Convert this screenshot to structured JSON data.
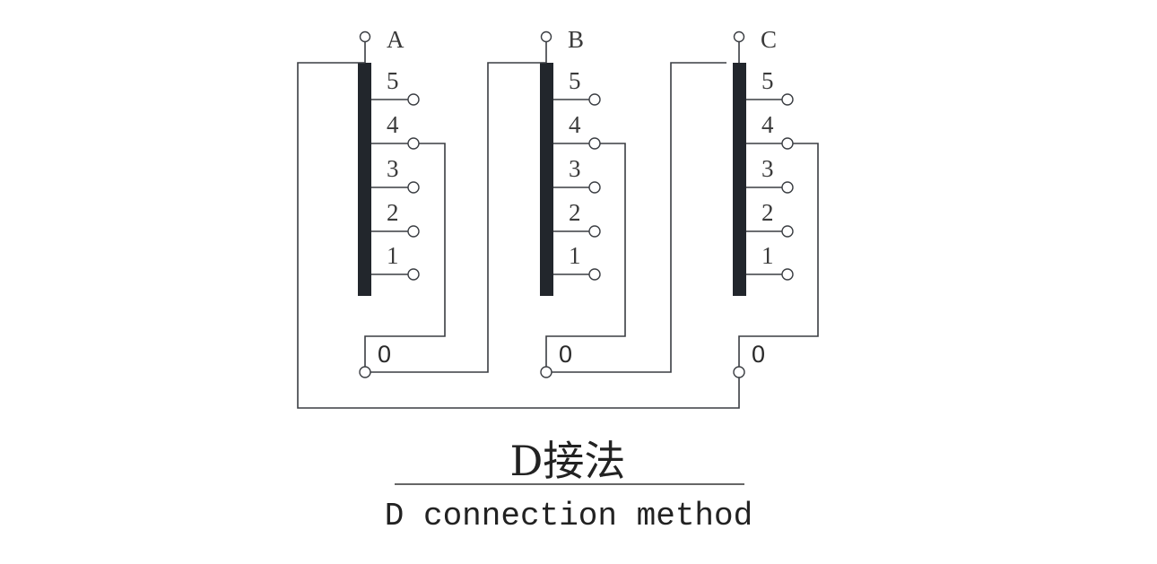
{
  "diagram": {
    "phases": [
      {
        "id": "A",
        "label": "A",
        "taps": [
          "5",
          "4",
          "3",
          "2",
          "1"
        ],
        "neutral_label": "0"
      },
      {
        "id": "B",
        "label": "B",
        "taps": [
          "5",
          "4",
          "3",
          "2",
          "1"
        ],
        "neutral_label": "0"
      },
      {
        "id": "C",
        "label": "C",
        "taps": [
          "5",
          "4",
          "3",
          "2",
          "1"
        ],
        "neutral_label": "0"
      }
    ],
    "connection_tap": "4",
    "caption": {
      "title_cn": "D接法",
      "title_en": "D connection method"
    }
  }
}
